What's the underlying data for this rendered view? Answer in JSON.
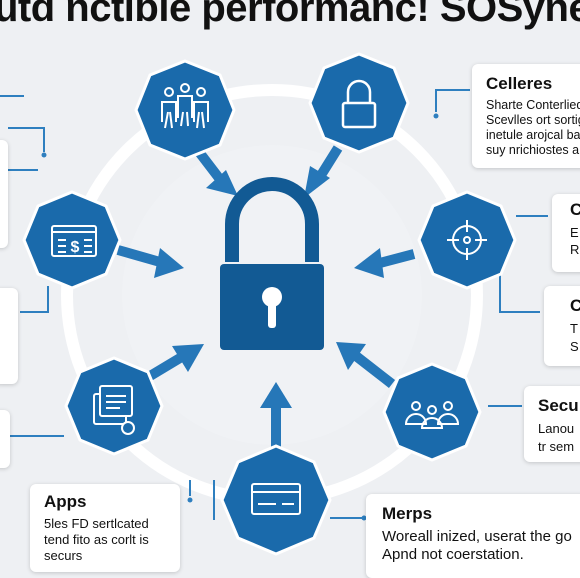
{
  "title": "utd nctible performanc! SOSyne",
  "colors": {
    "background": "#eef0f3",
    "accent": "#1a6aab",
    "lock": "#125a94",
    "connector": "#2e7fbf",
    "ring": "#ffffff"
  },
  "hub": {
    "icon": "padlock-icon"
  },
  "nodes": [
    {
      "id": "people",
      "icon": "people-icon"
    },
    {
      "id": "lock",
      "icon": "padlock-icon"
    },
    {
      "id": "monitor",
      "icon": "dollar-monitor-icon"
    },
    {
      "id": "target",
      "icon": "crosshair-icon"
    },
    {
      "id": "docs",
      "icon": "document-stack-icon"
    },
    {
      "id": "users",
      "icon": "user-group-icon"
    },
    {
      "id": "card",
      "icon": "browser-card-icon"
    }
  ],
  "cards": {
    "celleres": {
      "heading": "Celleres",
      "lines": [
        "Sharte Conterlied",
        "Scevlles ort sortig",
        "inetule arojcal ba",
        "suy nrichiostes a"
      ]
    },
    "right_top": {
      "heading": "C",
      "lines": [
        "E",
        "R"
      ]
    },
    "right_mid": {
      "heading": "C",
      "lines": [
        "T",
        "S"
      ]
    },
    "secu": {
      "heading": "Secu",
      "lines": [
        "Lanou",
        "tr sem"
      ]
    },
    "apps": {
      "heading": "Apps",
      "lines": [
        "5les FD sertlcated",
        "tend fito as corlt is",
        "securs"
      ]
    },
    "merps": {
      "heading": "Merps",
      "lines": [
        "Woreall inized, userat the go",
        "Apnd not coerstation."
      ]
    }
  }
}
